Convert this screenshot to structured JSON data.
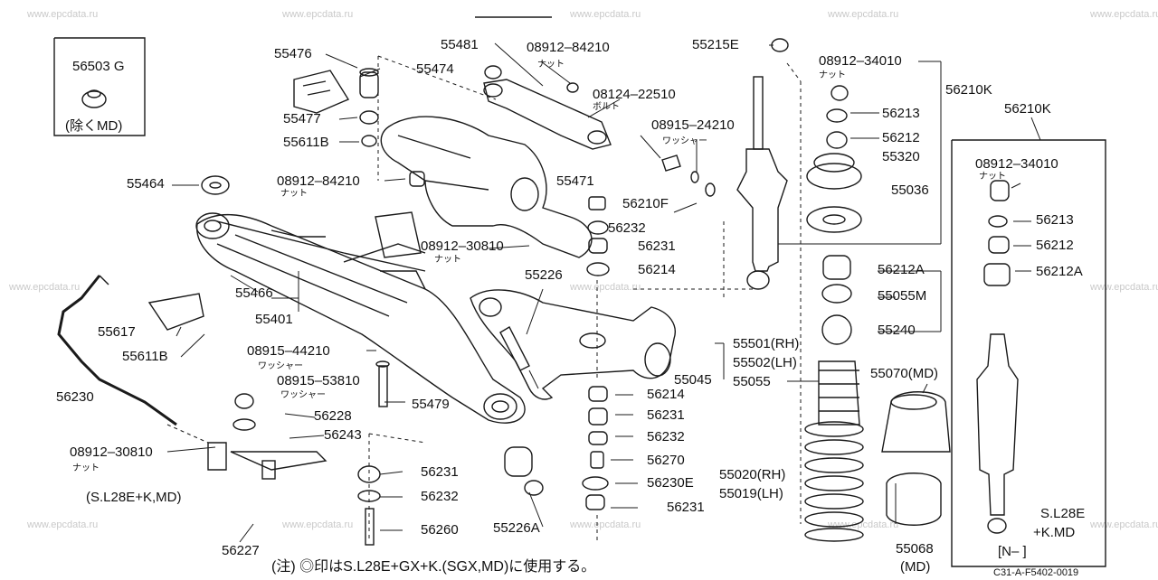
{
  "watermark": "www.epcdata.ru",
  "labels": {
    "p56503G": "56503 G",
    "jyomd": "(除くMD)",
    "p55476": "55476",
    "p55481": "55481",
    "p0891284210a": "08912–84210",
    "nut_a": "ナット",
    "p55474": "55474",
    "p0812422510": "08124–22510",
    "bolt": "ボルト",
    "p55477": "55477",
    "p55611B": "55611B",
    "p0891524210": "08915–24210",
    "washer_a": "ワッシャー",
    "p55464": "55464",
    "p0891284210b": "08912–84210",
    "nut_b": "ナット",
    "p55471": "55471",
    "p55215E": "55215E",
    "p0891234010a": "08912–34010",
    "nut_c": "ナット",
    "p56210K_a": "56210K",
    "p56213a": "56213",
    "p56212a": "56212",
    "p55320": "55320",
    "p55036": "55036",
    "p56210F": "56210F",
    "p56232a": "56232",
    "p0891230810a": "08912–30810",
    "nut_d": "ナット",
    "p56231a": "56231",
    "p56214a": "56214",
    "p55226": "55226",
    "p55466": "55466",
    "p55401": "55401",
    "p55617": "55617",
    "p55611B2": "55611B",
    "p0891544210": "08915–44210",
    "washer_b": "ワッシャー",
    "p0891553810": "08915–53810",
    "washer_c": "ワッシャー",
    "p55479": "55479",
    "p56230": "56230",
    "p56228": "56228",
    "p56243": "56243",
    "p0891230810b": "08912–30810",
    "nut_e": "ナット",
    "sl28ekmd": "(S.L28E+K,MD)",
    "p56227": "56227",
    "p56231b": "56231",
    "p56232b": "56232",
    "p56260": "56260",
    "p55226A": "55226A",
    "p56214b": "56214",
    "p56231c": "56231",
    "p56232c": "56232",
    "p56270": "56270",
    "p56230E": "56230E",
    "p56231d": "56231",
    "p55501": "55501(RH)",
    "p55502": "55502(LH)",
    "p55055": "55055",
    "p55045": "55045",
    "p56212A_a": "56212A",
    "p55055M": "55055M",
    "p55240": "55240",
    "p55070": "55070(MD)",
    "p55020": "55020(RH)",
    "p55019": "55019(LH)",
    "p55068": "55068",
    "md": "(MD)",
    "p56210K_b": "56210K",
    "p0891234010b": "08912–34010",
    "nut_f": "ナット",
    "p56213b": "56213",
    "p56212b": "56212",
    "p56212A_b": "56212A",
    "sl28e": "S.L28E",
    "kmd": "+K.MD",
    "n_bracket": "[N–    ]",
    "note": "(注) ◎印はS.L28E+GX+K.(SGX,MD)に使用する。",
    "code": "C31-A-F5402-0019"
  }
}
